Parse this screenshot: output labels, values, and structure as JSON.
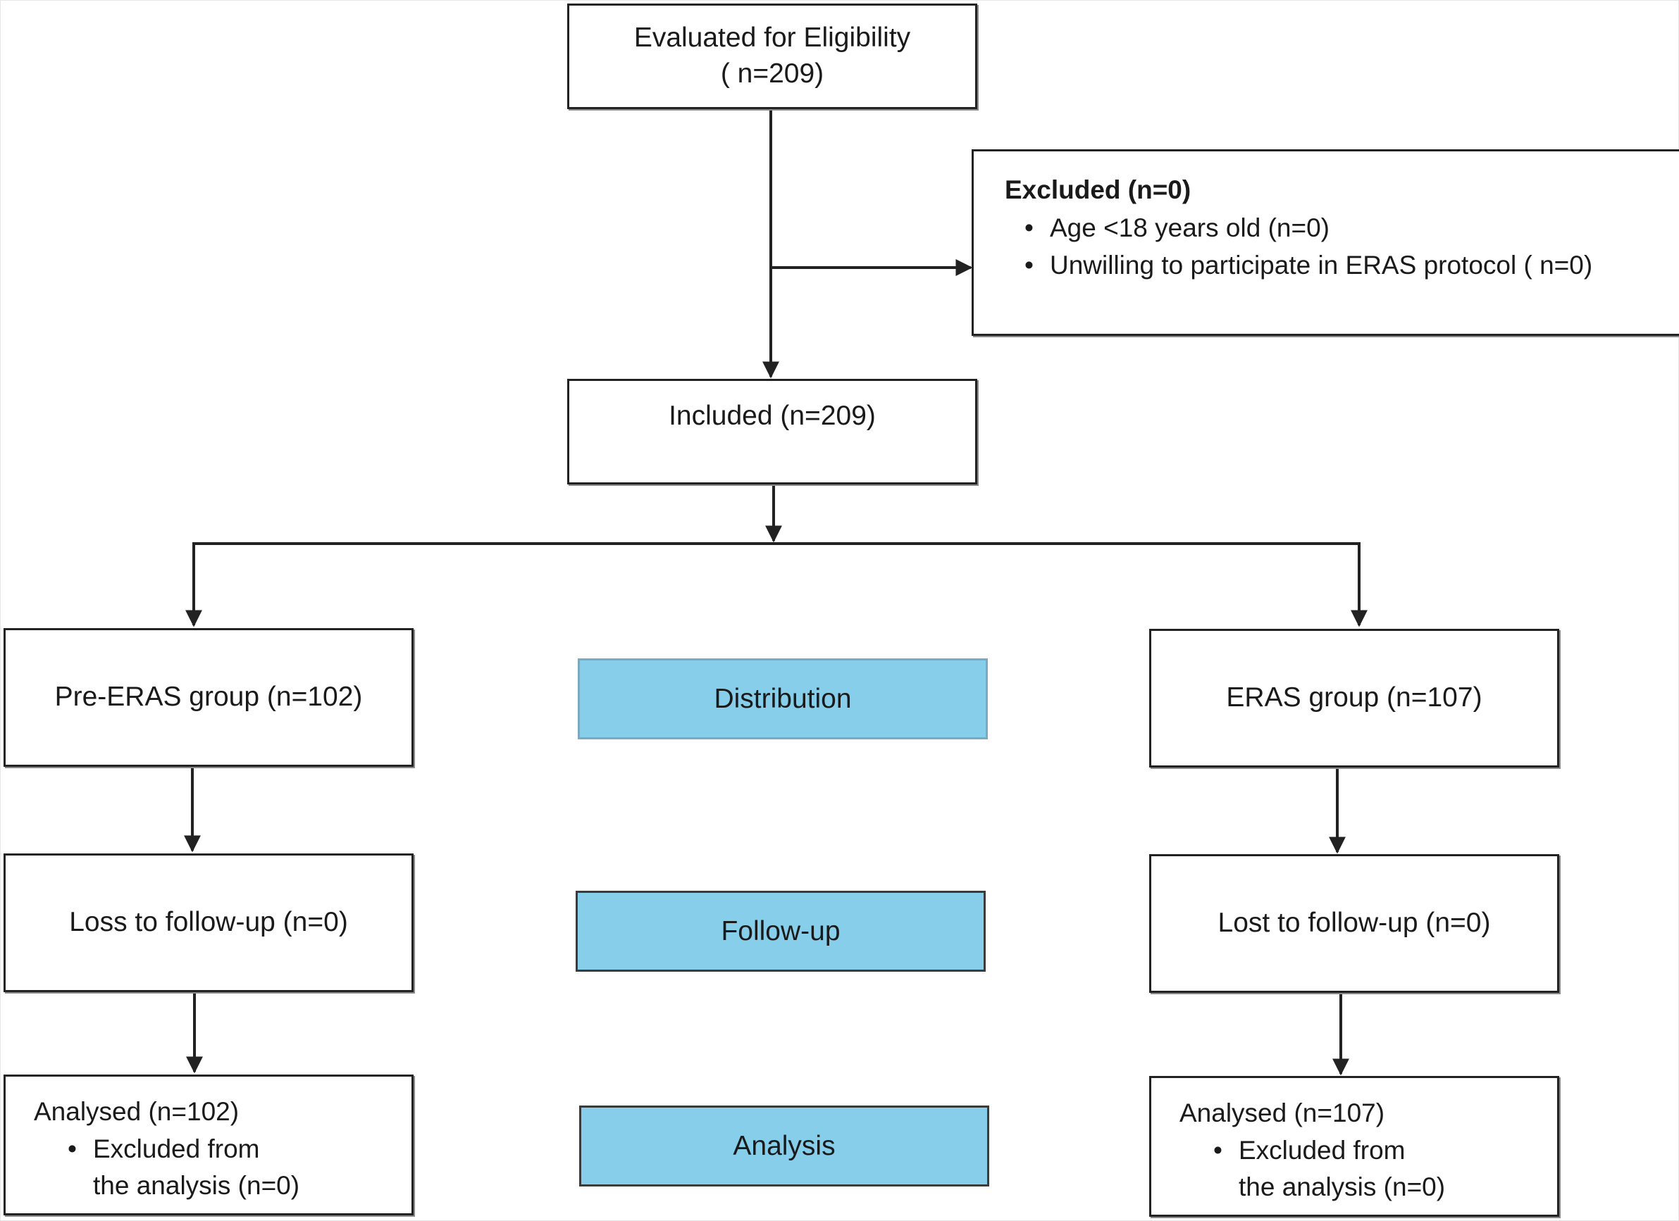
{
  "eligibility": {
    "line1": "Evaluated for Eligibility",
    "line2": "( n=209)"
  },
  "excluded": {
    "title": "Excluded (n=0)",
    "items": [
      "Age <18 years old (n=0)",
      "Unwilling to participate in ERAS  protocol  ( n=0)"
    ]
  },
  "included": {
    "label": "Included (n=209)"
  },
  "stages": {
    "distribution": "Distribution",
    "followup": "Follow-up",
    "analysis": "Analysis"
  },
  "pre_eras": {
    "group": "Pre-ERAS group (n=102)",
    "followup": "Loss to follow-up (n=0)",
    "analysed": "Analysed (n=102)",
    "analysed_items": [
      "Excluded from the analysis (n=0)"
    ]
  },
  "eras": {
    "group": "ERAS group (n=107)",
    "followup": "Lost to follow-up (n=0)",
    "analysed": "Analysed (n=107)",
    "analysed_items": [
      "Excluded from the analysis (n=0)"
    ]
  },
  "colors": {
    "stage_light": "#87ceeb",
    "stage_dark": "#87ceeb",
    "line": "#222222"
  }
}
